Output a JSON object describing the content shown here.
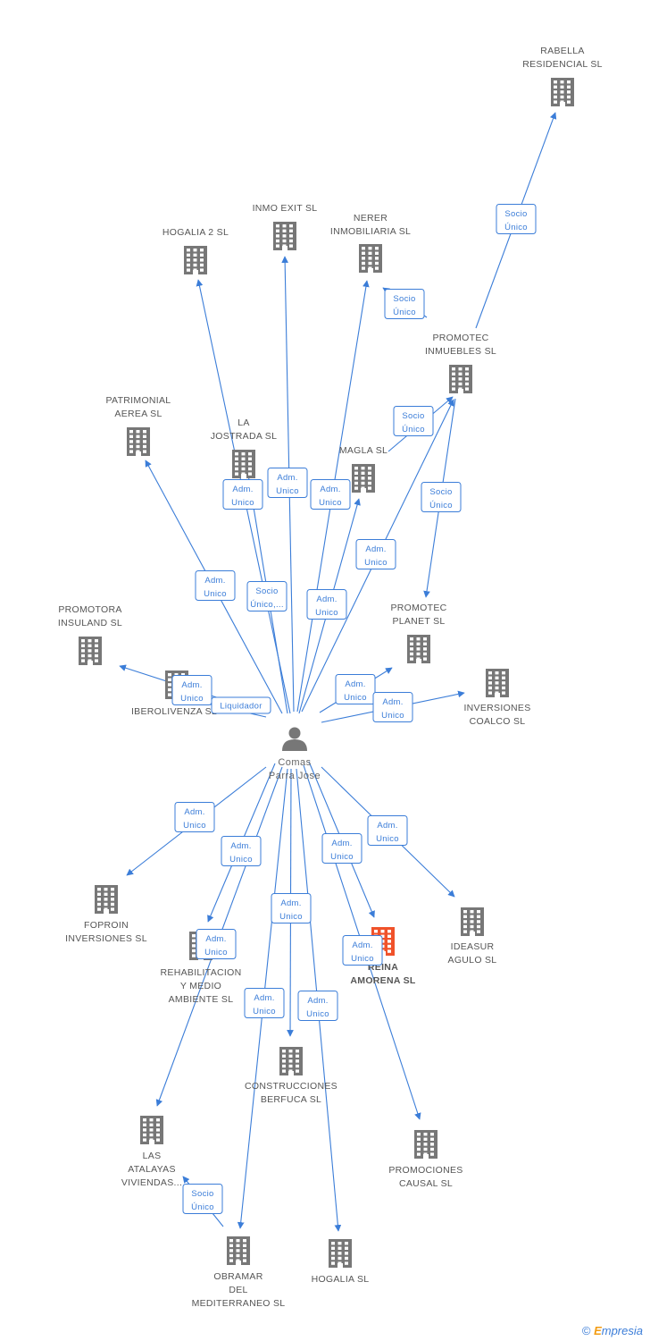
{
  "center": {
    "name_lines": [
      "Comas",
      "Parra Jose"
    ],
    "icon": "person-icon"
  },
  "colors": {
    "edge": "#3b7dd8",
    "building": "#777777",
    "highlight_building": "#f0522a",
    "label": "#555555"
  },
  "companies": [
    {
      "id": "rabella",
      "lines": [
        "RABELLA",
        "RESIDENCIAL SL"
      ]
    },
    {
      "id": "inmo_exit",
      "lines": [
        "INMO EXIT SL"
      ]
    },
    {
      "id": "hogalia2",
      "lines": [
        "HOGALIA 2 SL"
      ]
    },
    {
      "id": "nerer",
      "lines": [
        "NERER",
        "INMOBILIARIA SL"
      ]
    },
    {
      "id": "promotec_inmuebles",
      "lines": [
        "PROMOTEC",
        "INMUEBLES SL"
      ]
    },
    {
      "id": "patrimonial",
      "lines": [
        "PATRIMONIAL",
        "AEREA SL"
      ]
    },
    {
      "id": "la_jostrada",
      "lines": [
        "LA",
        "JOSTRADA SL"
      ]
    },
    {
      "id": "magla",
      "lines": [
        "MAGLA SL"
      ]
    },
    {
      "id": "promotora_insuland",
      "lines": [
        "PROMOTORA",
        "INSULAND SL"
      ]
    },
    {
      "id": "promotec_planet",
      "lines": [
        "PROMOTEC",
        "PLANET SL"
      ]
    },
    {
      "id": "iberolivenza",
      "lines": [
        "IBEROLIVENZA SL"
      ]
    },
    {
      "id": "inversiones_coalco",
      "lines": [
        "INVERSIONES",
        "COALCO SL"
      ]
    },
    {
      "id": "foproin",
      "lines": [
        "FOPROIN",
        "INVERSIONES SL"
      ]
    },
    {
      "id": "rehabilitacion",
      "lines": [
        "REHABILITACION",
        "Y MEDIO",
        "AMBIENTE SL"
      ]
    },
    {
      "id": "reina_amorena",
      "lines": [
        "REINA",
        "AMORENA SL"
      ],
      "highlight": true
    },
    {
      "id": "ideasur",
      "lines": [
        "IDEASUR",
        "AGULO SL"
      ]
    },
    {
      "id": "construcciones_berfuca",
      "lines": [
        "CONSTRUCCIONES",
        "BERFUCA SL"
      ]
    },
    {
      "id": "las_atalayas",
      "lines": [
        "LAS",
        "ATALAYAS",
        "VIVIENDAS..."
      ]
    },
    {
      "id": "promociones_causal",
      "lines": [
        "PROMOCIONES",
        "CAUSAL SL"
      ]
    },
    {
      "id": "obramar",
      "lines": [
        "OBRAMAR",
        "DEL",
        "MEDITERRANEO SL"
      ]
    },
    {
      "id": "hogalia",
      "lines": [
        "HOGALIA SL"
      ]
    }
  ],
  "relations": [
    {
      "from": "promotec_inmuebles",
      "to": "rabella",
      "label": [
        "Socio",
        "Único"
      ]
    },
    {
      "from": "promotec_inmuebles",
      "to": "nerer",
      "label": [
        "Socio",
        "Único"
      ]
    },
    {
      "from": "magla",
      "to": "promotec_inmuebles",
      "label": [
        "Socio",
        "Único"
      ]
    },
    {
      "from": "promotec_inmuebles",
      "to": "promotec_planet",
      "label": [
        "Socio",
        "Único"
      ]
    },
    {
      "from": "center",
      "to": "la_jostrada",
      "label": [
        "Adm.",
        "Unico"
      ]
    },
    {
      "from": "center",
      "to": "inmo_exit",
      "label": [
        "Adm.",
        "Unico"
      ]
    },
    {
      "from": "center",
      "to": "nerer",
      "label": [
        "Adm.",
        "Unico"
      ]
    },
    {
      "from": "center",
      "to": "promotec_inmuebles",
      "label": [
        "Adm.",
        "Unico"
      ]
    },
    {
      "from": "center",
      "to": "patrimonial",
      "label": [
        "Adm.",
        "Unico"
      ]
    },
    {
      "from": "center",
      "to": "hogalia2",
      "label": [
        "Socio",
        "Único,..."
      ]
    },
    {
      "from": "center",
      "to": "magla",
      "label": [
        "Adm.",
        "Unico"
      ]
    },
    {
      "from": "center",
      "to": "promotora_insuland",
      "label": [
        "Adm.",
        "Unico"
      ]
    },
    {
      "from": "center",
      "to": "iberolivenza",
      "label": [
        "Liquidador"
      ]
    },
    {
      "from": "center",
      "to": "promotec_planet",
      "label": [
        "Adm.",
        "Unico"
      ]
    },
    {
      "from": "center",
      "to": "inversiones_coalco",
      "label": [
        "Adm.",
        "Unico"
      ]
    },
    {
      "from": "center",
      "to": "foproin",
      "label": [
        "Adm.",
        "Unico"
      ]
    },
    {
      "from": "center",
      "to": "rehabilitacion",
      "label": [
        "Adm.",
        "Unico"
      ]
    },
    {
      "from": "center",
      "to": "reina_amorena",
      "label": [
        "Adm.",
        "Unico"
      ]
    },
    {
      "from": "center",
      "to": "ideasur",
      "label": [
        "Adm.",
        "Unico"
      ]
    },
    {
      "from": "center",
      "to": "construcciones_berfuca",
      "label": [
        "Adm.",
        "Unico"
      ]
    },
    {
      "from": "center",
      "to": "las_atalayas",
      "label": [
        "Adm.",
        "Unico"
      ]
    },
    {
      "from": "center",
      "to": "obramar",
      "label": [
        "Adm.",
        "Unico"
      ]
    },
    {
      "from": "center",
      "to": "hogalia",
      "label": [
        "Adm.",
        "Unico"
      ]
    },
    {
      "from": "center",
      "to": "promociones_causal",
      "label": [
        "Adm.",
        "Unico"
      ]
    },
    {
      "from": "obramar",
      "to": "las_atalayas",
      "label": [
        "Socio",
        "Único"
      ]
    }
  ],
  "footer": {
    "copyright": "©",
    "brand_e": "E",
    "brand_rest": "mpresia"
  }
}
